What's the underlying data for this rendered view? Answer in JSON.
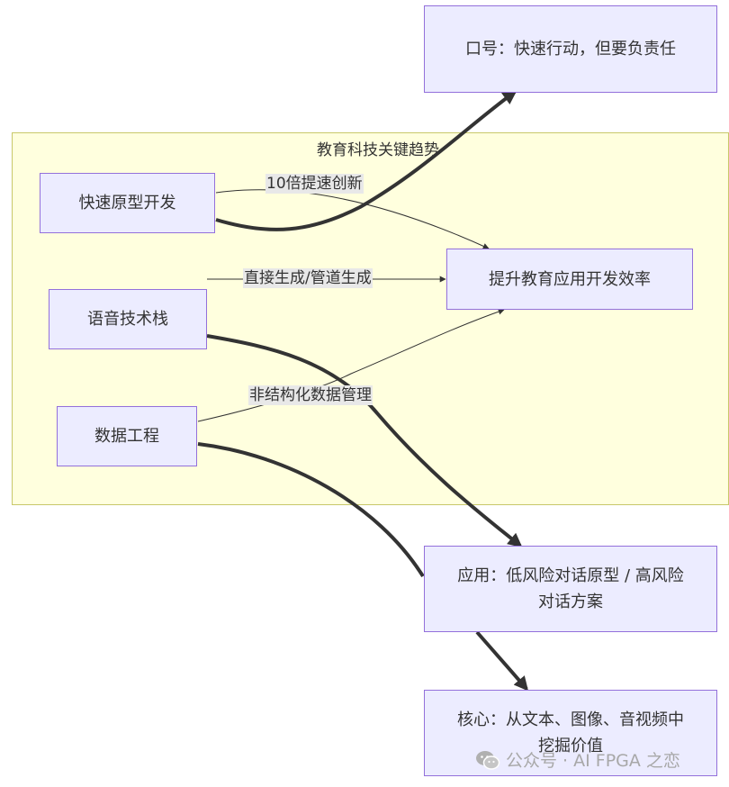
{
  "diagram": {
    "cluster_title": "教育科技关键趋势",
    "nodes": {
      "slogan": "口号：快速行动，但要负责任",
      "rapid_prototyping": "快速原型开发",
      "voice_stack": "语音技术栈",
      "data_engineering": "数据工程",
      "efficiency": "提升教育应用开发效率",
      "application": "应用：低风险对话原型 / 高风险对话方案",
      "core": "核心：从文本、图像、音视频中挖掘价值"
    },
    "edge_labels": {
      "innovation": "10倍提速创新",
      "generation": "直接生成/管道生成",
      "unstructured": "非结构化数据管理"
    }
  },
  "watermark": {
    "text": "公众号 · AI FPGA 之恋",
    "icon": "wechat-icon"
  },
  "colors": {
    "node_fill": "#ececff",
    "node_border": "#9370db",
    "cluster_fill": "#ffffde",
    "cluster_border": "#c8c86a",
    "edge": "#333333"
  }
}
